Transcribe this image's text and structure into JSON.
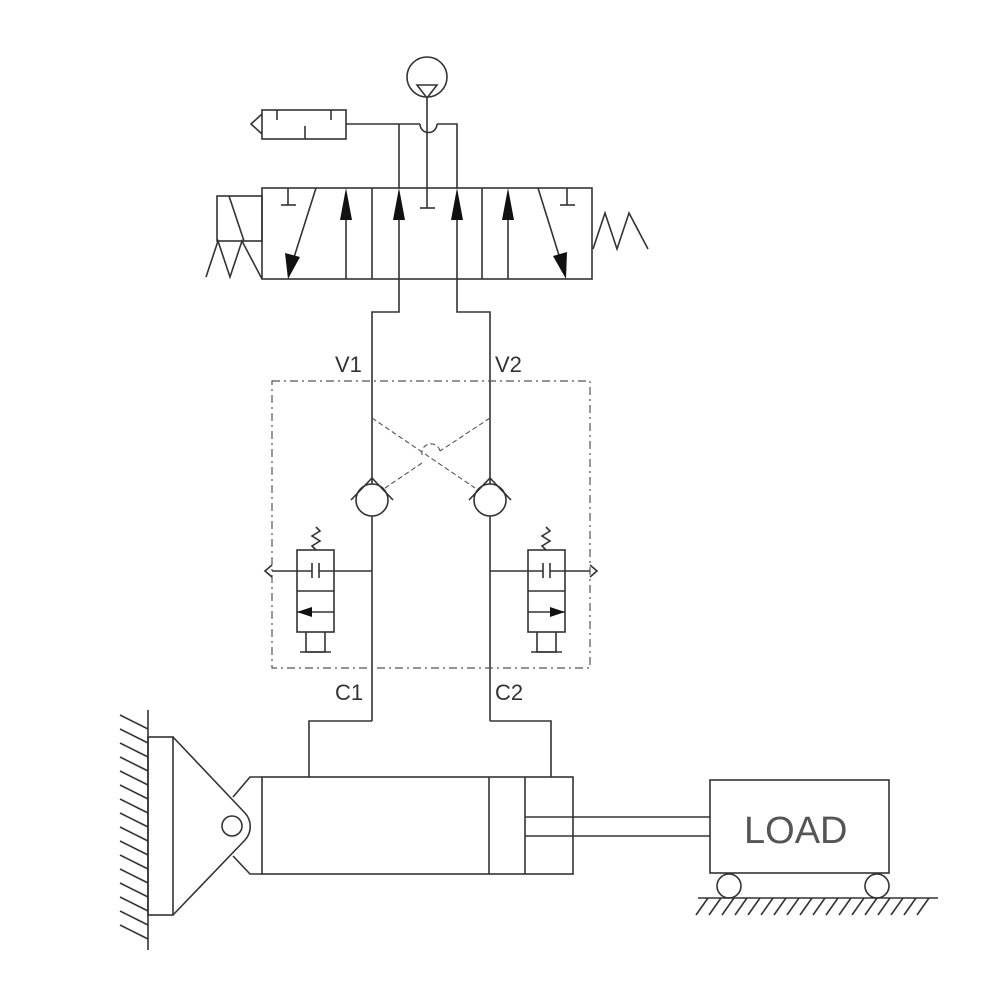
{
  "diagram": {
    "ports": {
      "v1": "V1",
      "v2": "V2",
      "c1": "C1",
      "c2": "C2"
    },
    "load_label": "LOAD",
    "line_color": "#333333"
  }
}
